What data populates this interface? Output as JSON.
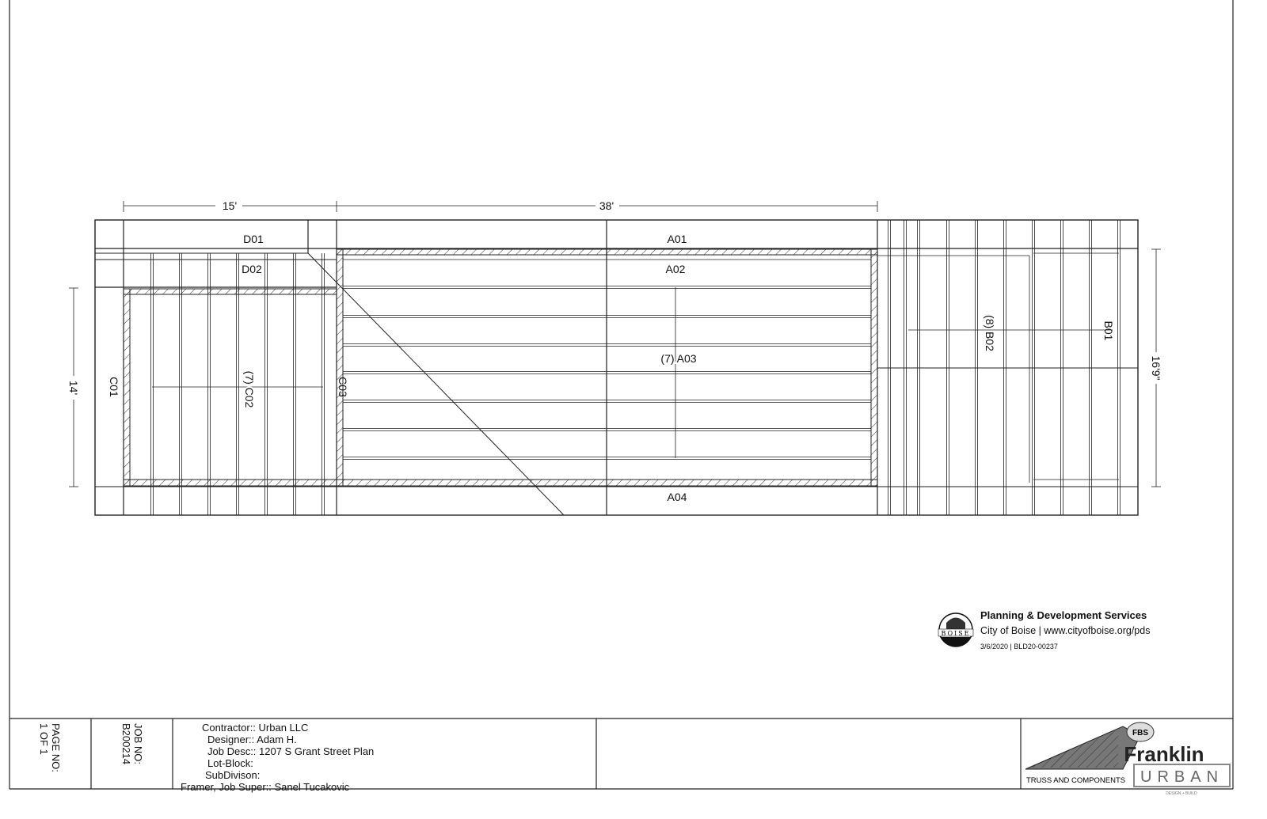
{
  "drawing": {
    "dimensions": {
      "top_left": "15'",
      "top_right": "38'",
      "left": "14'",
      "right": "16'9\""
    },
    "labels": {
      "d01": "D01",
      "d02": "D02",
      "a01": "A01",
      "a02": "A02",
      "a03": "(7) A03",
      "a04": "A04",
      "c01": "C01",
      "c02": "(7) C02",
      "c03": "C03",
      "b01": "B01",
      "b02": "(8) B02"
    }
  },
  "stamp": {
    "logo_text": "BOISE",
    "title": "Planning & Development Services",
    "subtitle": "City of Boise | www.cityofboise.org/pds",
    "id_line": "3/6/2020 | BLD20-00237"
  },
  "title_block": {
    "page_label": "PAGE NO:",
    "page_value": "1 OF 1",
    "job_label": "JOB NO:",
    "job_value": "B200214",
    "contractor": "Contractor:: Urban LLC",
    "designer": "Designer:: Adam H.",
    "job_desc": "Job Desc:: 1207 S Grant Street Plan",
    "lot_block": "Lot-Block:",
    "subdivision": "SubDivison:",
    "framer": "Framer, Job Super:: Sanel Tucakovic",
    "logo": {
      "brand": "Franklin",
      "overlay": "URBAN",
      "tagline": "TRUSS AND COMPONENTS",
      "badge": "FBS",
      "design_build": "DESIGN + BUILD"
    }
  }
}
